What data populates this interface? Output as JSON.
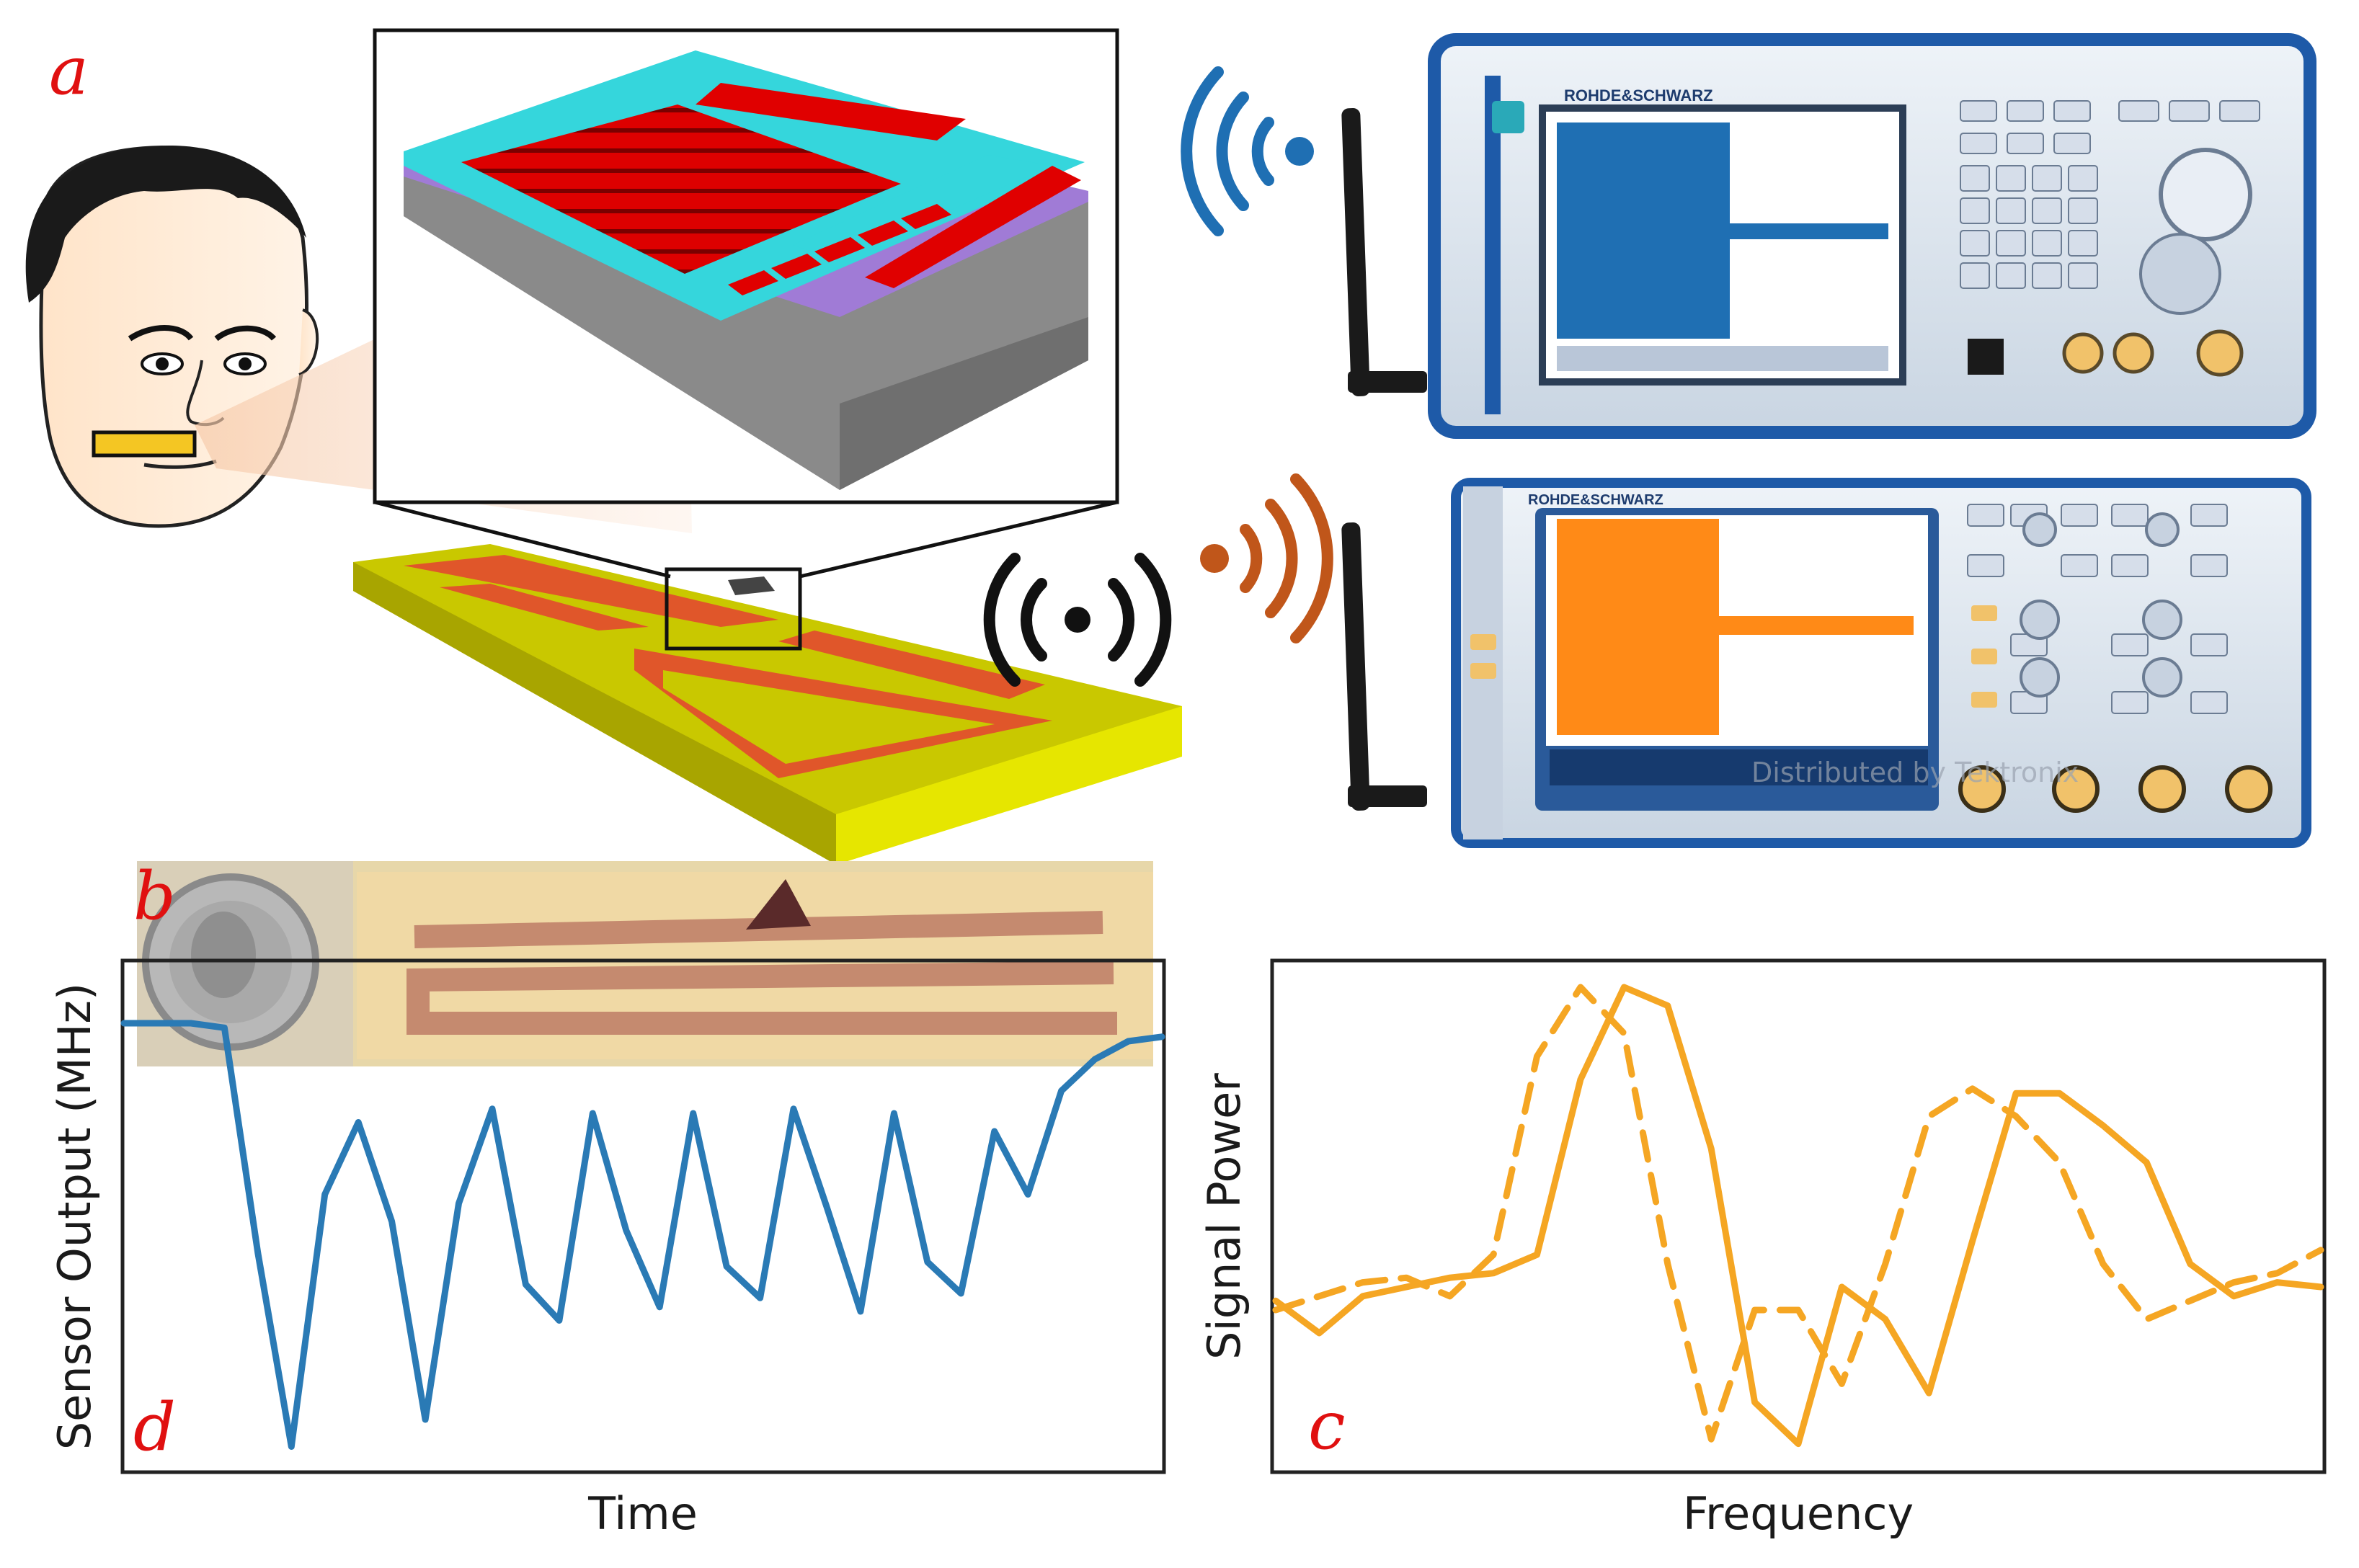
{
  "panels": {
    "a": "a",
    "b": "b",
    "c": "c",
    "d": "d"
  },
  "instruments": {
    "generator_brand": "ROHDE&SCHWARZ",
    "oscilloscope_brand": "ROHDE&SCHWARZ",
    "watermark": "Distributed by Tektronix"
  },
  "colors": {
    "blue": "#1f6fb3",
    "orange": "#ff8a17",
    "sensor_red": "#e00000",
    "substrate_cyan": "#35d6dc",
    "board_yellow": "#c9c800",
    "trace_orange": "#e0562a",
    "chart_orange": "#f5a623",
    "chart_blue": "#2a7ab5"
  },
  "icons": [
    "face-illustration",
    "wireless-broadcast-icon",
    "wifi-signal-blue-icon",
    "wifi-signal-orange-icon",
    "antenna-icon",
    "coin-photo"
  ],
  "chart_data": [
    {
      "type": "line",
      "panel": "d",
      "title": "",
      "xlabel": "Time",
      "ylabel": "Sensor Output (MHz)",
      "ylim": [
        0,
        1
      ],
      "series": [
        {
          "color": "#2a7ab5",
          "style": "solid",
          "values": [
            0.96,
            0.96,
            0.96,
            0.95,
            0.45,
            0.02,
            0.58,
            0.74,
            0.52,
            0.08,
            0.56,
            0.77,
            0.38,
            0.3,
            0.76,
            0.5,
            0.33,
            0.76,
            0.42,
            0.35,
            0.77,
            0.55,
            0.32,
            0.76,
            0.43,
            0.36,
            0.72,
            0.58,
            0.81,
            0.88,
            0.92,
            0.93
          ]
        }
      ]
    },
    {
      "type": "line",
      "panel": "c",
      "title": "",
      "xlabel": "Frequency",
      "ylabel": "Signal Power",
      "ylim": [
        0,
        1
      ],
      "series": [
        {
          "color": "#f5a623",
          "style": "solid",
          "values": [
            0.32,
            0.25,
            0.33,
            0.35,
            0.37,
            0.38,
            0.42,
            0.8,
            1.0,
            0.96,
            0.65,
            0.1,
            0.01,
            0.35,
            0.28,
            0.12,
            0.45,
            0.77,
            0.77,
            0.7,
            0.62,
            0.4,
            0.33,
            0.36,
            0.35
          ]
        },
        {
          "color": "#f5a623",
          "style": "dashed",
          "values": [
            0.3,
            0.33,
            0.36,
            0.37,
            0.33,
            0.42,
            0.85,
            1.0,
            0.9,
            0.4,
            0.02,
            0.3,
            0.3,
            0.14,
            0.4,
            0.72,
            0.78,
            0.72,
            0.62,
            0.4,
            0.28,
            0.32,
            0.36,
            0.38,
            0.43
          ]
        }
      ]
    }
  ]
}
